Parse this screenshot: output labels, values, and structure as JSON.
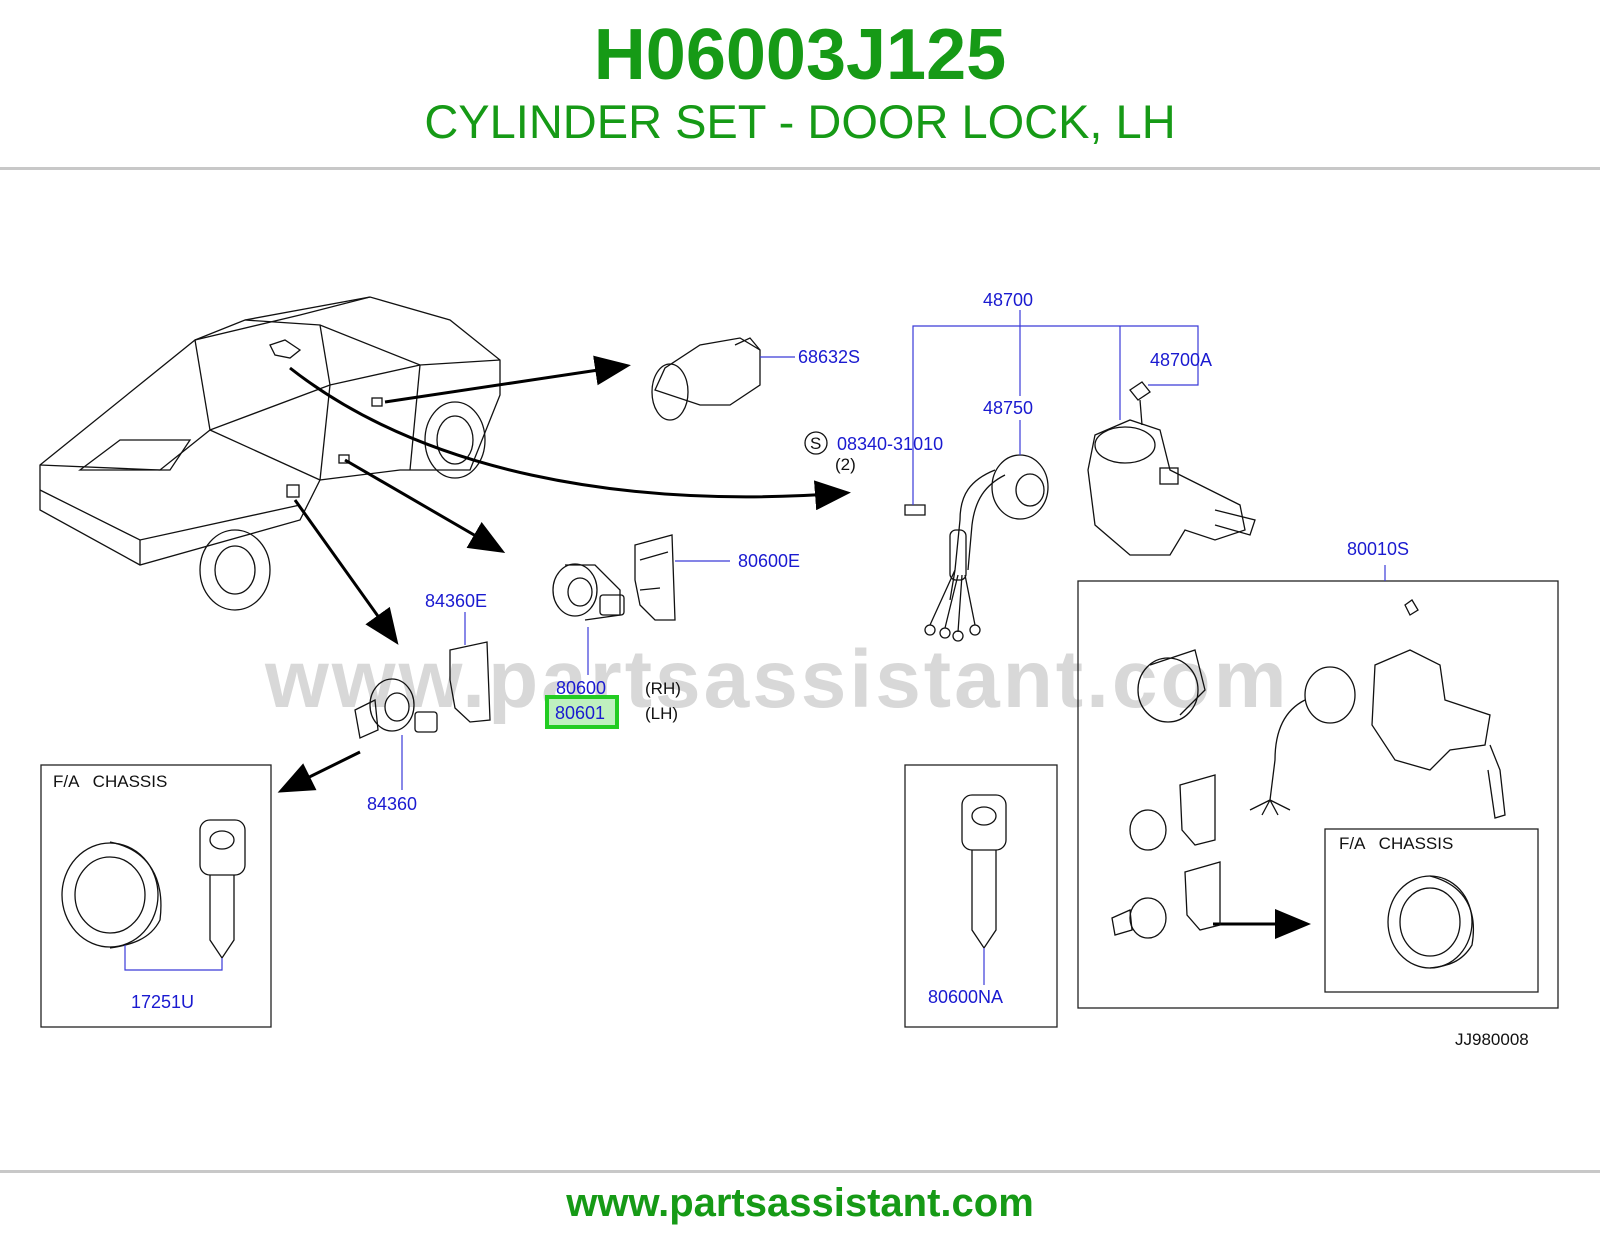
{
  "header": {
    "code": "H06003J125",
    "subtitle": "CYLINDER SET - DOOR LOCK, LH"
  },
  "watermark": "www.partsassistant.com",
  "footer": {
    "url": "www.partsassistant.com"
  },
  "colors": {
    "brand_green": "#169a16",
    "part_blue": "#1a1ad0",
    "highlight": "#22cc22"
  },
  "parts": {
    "p68632S": "68632S",
    "p48700": "48700",
    "p48700A": "48700A",
    "p48750": "48750",
    "screw_symbol": "S",
    "p08340": "08340-31010",
    "qty2": "(2)",
    "p80600E": "80600E",
    "p84360E": "84360E",
    "p80600": "80600",
    "rh": "(RH)",
    "p80601": "80601",
    "lh": "(LH)",
    "p84360": "84360",
    "p17251U": "17251U",
    "p80600NA": "80600NA",
    "p80010S": "80010S"
  },
  "insets": {
    "fa_chassis_left": "F/A   CHASSIS",
    "fa_chassis_right": "F/A   CHASSIS"
  },
  "diagram_ref": "JJ980008"
}
